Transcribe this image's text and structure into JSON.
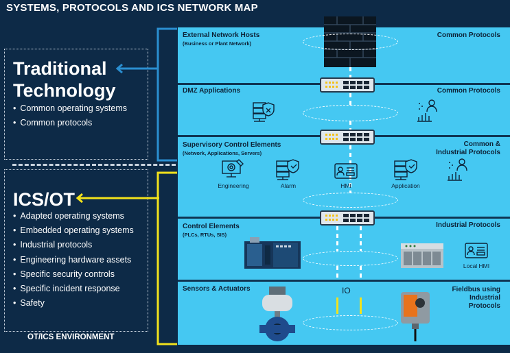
{
  "title": "SYSTEMS, PROTOCOLS AND ICS NETWORK MAP",
  "left": {
    "traditional": {
      "heading_line1": "Traditional",
      "heading_line2": "Technology",
      "bullets": [
        "Common operating systems",
        "Common protocols"
      ]
    },
    "ics": {
      "heading": "ICS/OT",
      "bullets": [
        "Adapted operating systems",
        "Embedded operating systems",
        "Industrial protocols",
        "Engineering hardware assets",
        "Specific security controls",
        "Specific incident response",
        "Safety"
      ]
    },
    "environment_label": "OT/ICS ENVIRONMENT"
  },
  "layers": [
    {
      "title": "External Network Hosts",
      "subtitle": "(Business or Plant Network)",
      "protocol": "Common Protocols"
    },
    {
      "title": "DMZ Applications",
      "subtitle": "",
      "protocol": "Common Protocols"
    },
    {
      "title": "Supervisory Control Elements",
      "subtitle": "(Network, Applications, Servers)",
      "protocol_line1": "Common &",
      "protocol_line2": "Industrial Protocols"
    },
    {
      "title": "Control Elements",
      "subtitle": "(PLCs, RTUs, SIS)",
      "protocol": "Industrial Protocols"
    },
    {
      "title": "Sensors & Actuators",
      "subtitle": "",
      "protocol_line1": "Fieldbus using",
      "protocol_line2": "Industrial",
      "protocol_line3": "Protocols"
    }
  ],
  "supervisory_labels": [
    "Engineering",
    "Alarm",
    "HMI",
    "Application"
  ],
  "local_hmi_label": "Local HMI",
  "io_label": "IO",
  "colors": {
    "background": "#0d2a47",
    "layer": "#45c8f2",
    "traditional_accent": "#2a8fd1",
    "ics_accent": "#f2e21c"
  }
}
